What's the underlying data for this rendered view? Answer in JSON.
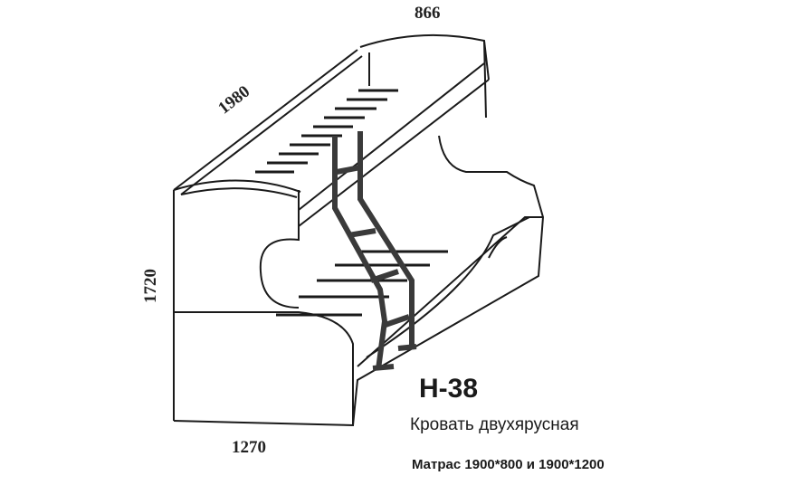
{
  "dimensions": {
    "width": "866",
    "depth": "1980",
    "height": "1720",
    "length": "1270"
  },
  "model": "Н-38",
  "title": "Кровать двухярусная",
  "mattress": "Матрас 1900*800 и 1900*1200",
  "colors": {
    "line": "#1a1a1a",
    "ladder": "#3a3a3a"
  }
}
